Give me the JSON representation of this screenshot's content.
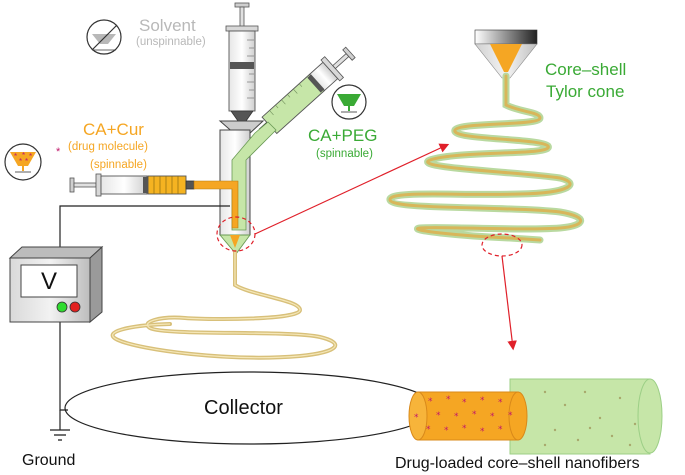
{
  "labels": {
    "solvent": "Solvent",
    "solvent_note": "(unspinnable)",
    "ca_cur": "CA+Cur",
    "drug_molecule": "(drug molecule)",
    "ca_cur_note": "(spinnable)",
    "ca_peg": "CA+PEG",
    "ca_peg_note": "(spinnable)",
    "core_shell": "Core–shell",
    "taylor_cone": "Tylor cone",
    "voltmeter": "V",
    "collector": "Collector",
    "ground": "Ground",
    "nanofibers": "Drug-loaded core–shell nanofibers"
  },
  "colors": {
    "orange": "#f5a623",
    "green": "#3aaa35",
    "light_green": "#c6e6a8",
    "fiber_tan": "#d8c07a",
    "red": "#e0202a",
    "gray": "#b8b8b8"
  },
  "icons": {
    "solvent": "crossed-out-funnel-icon",
    "ca_cur": "drug-loaded-droplet-icon",
    "ca_peg": "green-droplet-icon"
  }
}
